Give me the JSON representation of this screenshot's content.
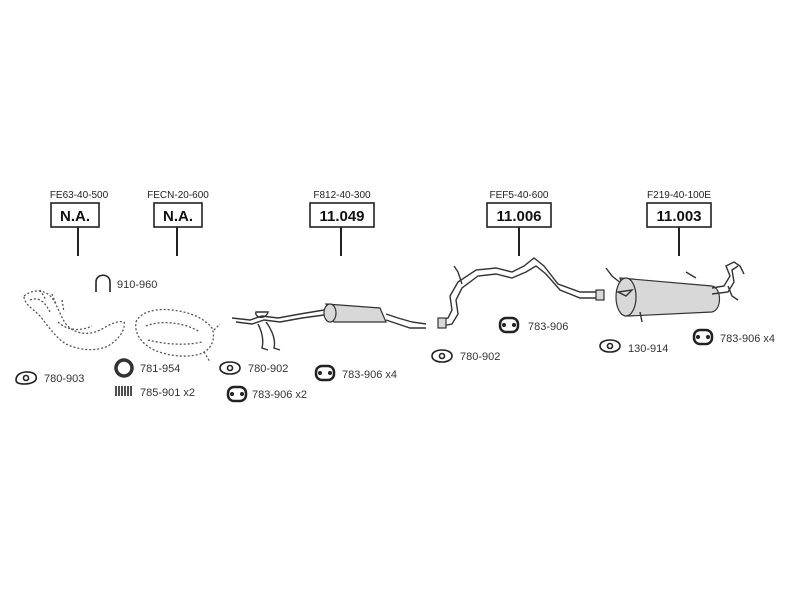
{
  "components": [
    {
      "code": "FE63-40-500",
      "value": "N.A."
    },
    {
      "code": "FECN-20-600",
      "value": "N.A."
    },
    {
      "code": "F812-40-300",
      "value": "11.049"
    },
    {
      "code": "FEF5-40-600",
      "value": "11.006"
    },
    {
      "code": "F219-40-100E",
      "value": "11.003"
    }
  ],
  "parts": [
    {
      "label": "910-960"
    },
    {
      "label": "780-903"
    },
    {
      "label": "781-954"
    },
    {
      "label": "785-901 x2"
    },
    {
      "label": "780-902"
    },
    {
      "label": "783-906 x2"
    },
    {
      "label": "783-906 x4"
    },
    {
      "label": "780-902"
    },
    {
      "label": "783-906"
    },
    {
      "label": "130-914"
    },
    {
      "label": "783-906 x4"
    }
  ]
}
